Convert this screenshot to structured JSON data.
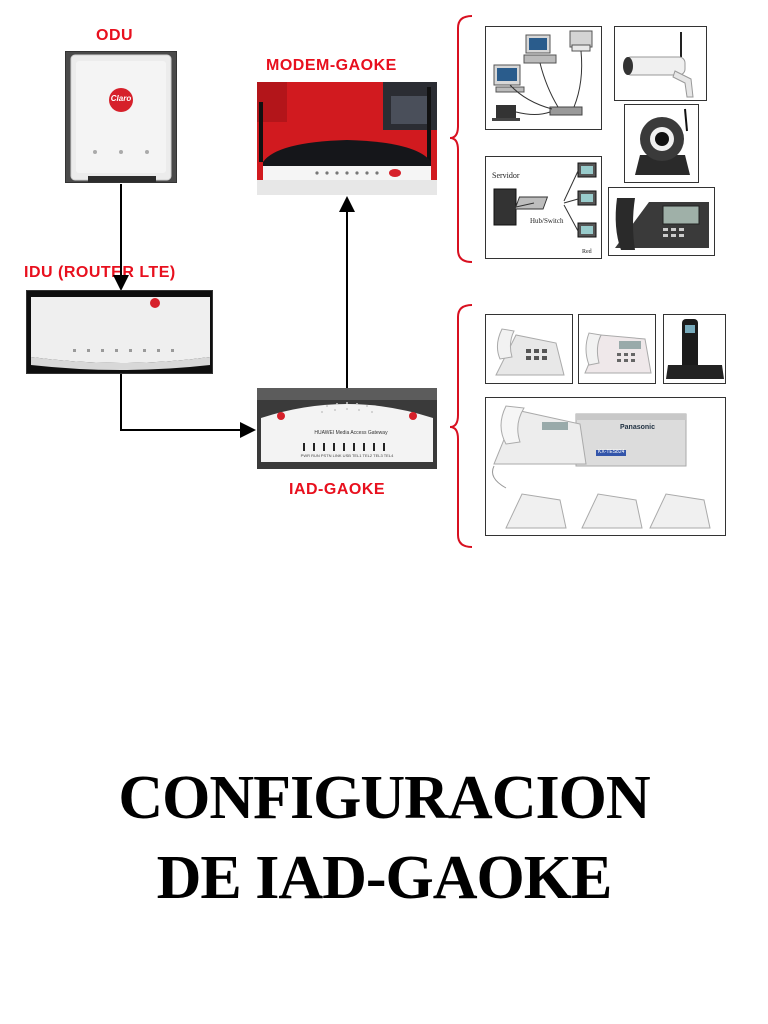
{
  "labels": {
    "odu": "ODU",
    "modem": "MODEM-GAOKE",
    "idu": "IDU  (ROUTER LTE)",
    "iad": "IAD-GAOKE"
  },
  "devices": {
    "odu_brand": "Claro",
    "idu_brand": "Claro",
    "iad_model_text": "HUAWEI  Media Access Gateway",
    "iad_port_labels": "PWR  RUN  PSTN  LINK  USB  TEL1  TEL2  TEL3  TEL4",
    "network_diagram": {
      "server_label": "Servidor",
      "switch_label": "Hub/Switch",
      "net_label": "Red"
    },
    "pbx_brand": "Panasonic",
    "pbx_model": "KX-TES824"
  },
  "title": {
    "line1": "CONFIGURACION",
    "line2": "DE IAD-GAOKE"
  },
  "colors": {
    "label_red": "#e8101e",
    "bracket_red": "#d81020",
    "arrow_black": "#000000",
    "title_black": "#000000"
  }
}
